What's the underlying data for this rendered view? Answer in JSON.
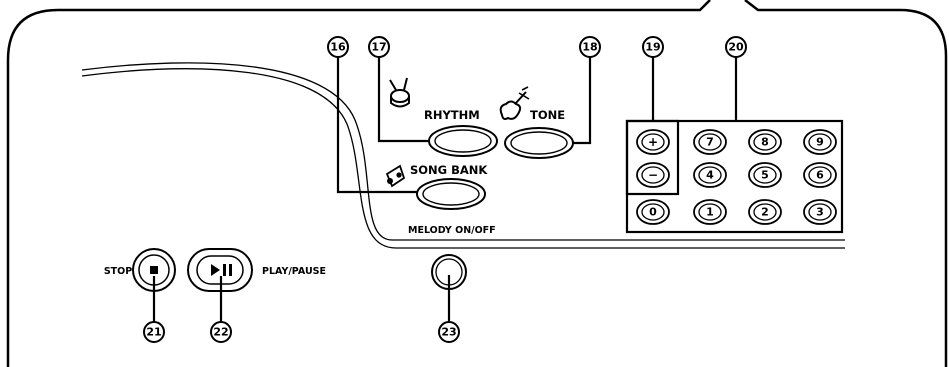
{
  "labels": {
    "rhythm": "RHYTHM",
    "tone": "TONE",
    "song_bank": "SONG BANK",
    "melody": "MELODY ON/OFF",
    "stop": "STOP",
    "play_pause": "PLAY/PAUSE"
  },
  "callouts": {
    "c16": "16",
    "c17": "17",
    "c18": "18",
    "c19": "19",
    "c20": "20",
    "c21": "21",
    "c22": "22",
    "c23": "23"
  },
  "keypad": {
    "plus": "+",
    "minus": "−",
    "row1": [
      "7",
      "8",
      "9"
    ],
    "row2": [
      "4",
      "5",
      "6"
    ],
    "row3": [
      "0",
      "1",
      "2",
      "3"
    ]
  },
  "icons": {
    "rhythm": "drum-icon",
    "tone": "violin-icon",
    "song_bank": "music-note-icon",
    "stop": "stop-square-icon",
    "play_pause": "play-pause-icon"
  }
}
